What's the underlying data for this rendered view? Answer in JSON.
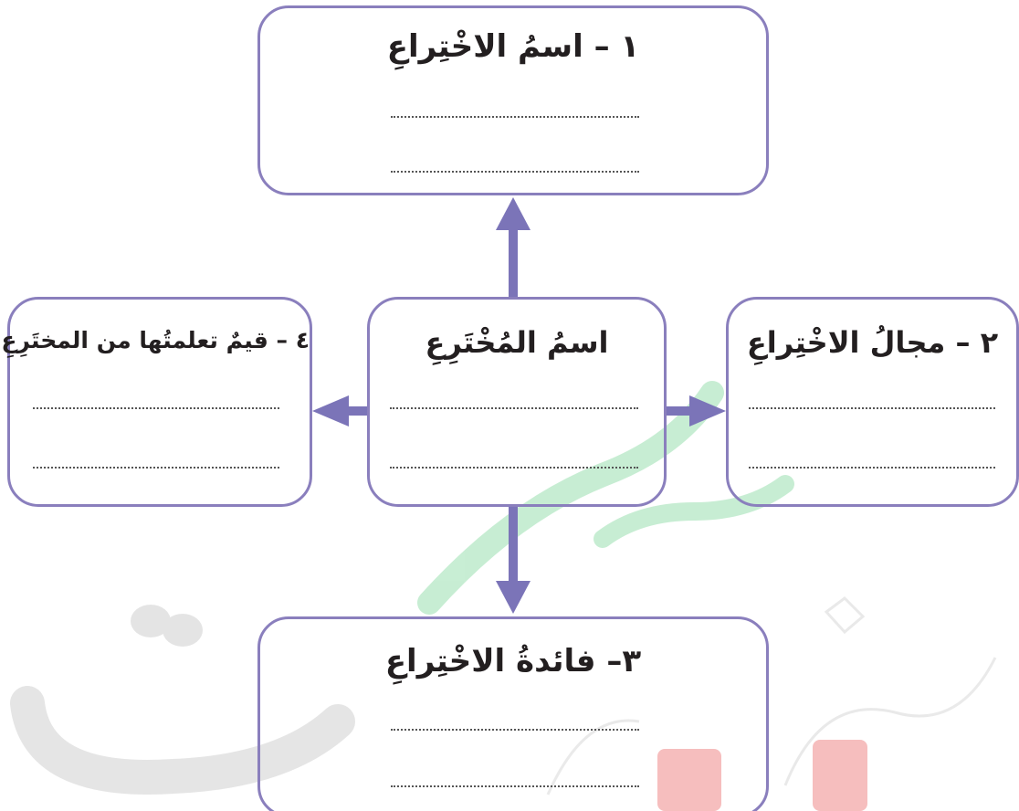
{
  "boxes": {
    "top": {
      "title": "١ – اسمُ الاخْتِراعِ"
    },
    "center": {
      "title": "اسمُ المُخْتَرِعِ"
    },
    "right": {
      "title": "٢ – مجالُ الاخْتِراعِ"
    },
    "left": {
      "title": "٤ – قيمٌ تعلمتُها من المختَرِعِ"
    },
    "bottom": {
      "title": "٣– فائدةُ الاخْتِراعِ"
    }
  },
  "colors": {
    "box_border": "#8a7fbd",
    "arrow": "#7b74b8",
    "dots": "#555555",
    "watermark_gray": "#cfcfcf",
    "watermark_green": "#9be0b0",
    "watermark_red": "#f08a8a"
  }
}
